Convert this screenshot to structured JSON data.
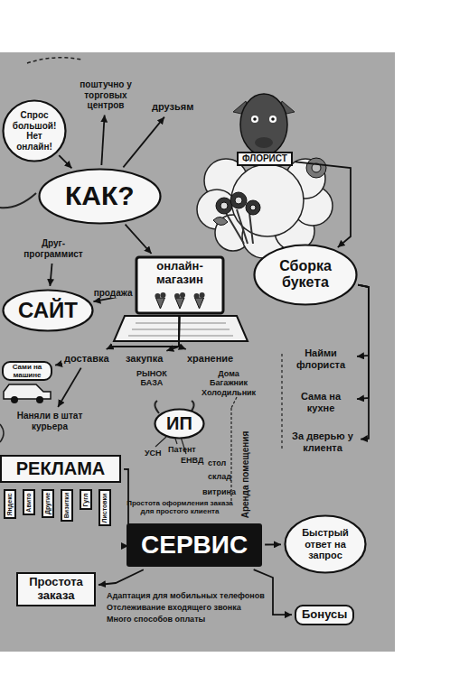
{
  "diagram": {
    "nodes": [
      {
        "text": [
          "Спрос большой! Нет онлайн!"
        ]
      },
      {
        "text": [
          "поштучно у торговых центров"
        ]
      },
      {
        "text": [
          "друзьям"
        ]
      },
      {
        "text": [
          "КАК?"
        ]
      },
      {
        "text": [
          "ФЛОРИСТ"
        ]
      },
      {
        "text": [
          "Друг-программист"
        ]
      },
      {
        "text": [
          "онлайн-магазин"
        ]
      },
      {
        "text": [
          "САЙТ"
        ]
      },
      {
        "text": [
          "Сборка букета"
        ]
      },
      {
        "text": [
          "доставка"
        ]
      },
      {
        "text": [
          "закупка"
        ]
      },
      {
        "text": [
          "хранение"
        ]
      },
      {
        "text": [
          "Найми флориста"
        ]
      },
      {
        "text": [
          "Сама на кухне"
        ]
      },
      {
        "text": [
          "За дверью у клиента"
        ]
      },
      {
        "text": [
          "Сами на машине"
        ]
      },
      {
        "text": [
          "Наняли в штат курьера"
        ]
      },
      {
        "text": [
          "РЫНОК",
          "БАЗА"
        ]
      },
      {
        "text": [
          "ИП"
        ]
      },
      {
        "text": [
          "Дома",
          "Багажник",
          "Холодильник"
        ]
      },
      {
        "text": [
          "РЕКЛАМА"
        ]
      },
      {
        "text": [
          "Яндекс"
        ]
      },
      {
        "text": [
          "Авито"
        ]
      },
      {
        "text": [
          "Другие"
        ]
      },
      {
        "text": [
          "Визитки"
        ]
      },
      {
        "text": [
          "Гугл"
        ]
      },
      {
        "text": [
          "Листовки"
        ]
      },
      {
        "text": [
          "СЕРВИС"
        ]
      },
      {
        "text": [
          "Быстрый ответ на запрос"
        ]
      },
      {
        "text": [
          "Простота заказа"
        ]
      },
      {
        "text": [
          "Бонусы"
        ]
      }
    ],
    "edges": [
      {
        "from": 0,
        "to": 3,
        "arrow": "to"
      },
      {
        "from": 3,
        "to": 1,
        "arrow": "to"
      },
      {
        "from": 3,
        "to": 2,
        "arrow": "to"
      },
      {
        "from": 3,
        "to": 6,
        "arrow": "to"
      },
      {
        "from": 4,
        "to": 8,
        "arrow": "to"
      },
      {
        "from": 5,
        "to": 7,
        "arrow": "to"
      },
      {
        "from": 6,
        "to": 7,
        "label": "продажа",
        "arrow": "to"
      },
      {
        "from": 6,
        "to": 9,
        "arrow": "to"
      },
      {
        "from": 6,
        "to": 10,
        "arrow": "to"
      },
      {
        "from": 6,
        "to": 11,
        "arrow": "to"
      },
      {
        "from": 9,
        "to": 15,
        "arrow": "to"
      },
      {
        "from": 9,
        "to": 16,
        "arrow": "to"
      },
      {
        "from": 8,
        "to": 12,
        "arrow": "to"
      },
      {
        "from": 8,
        "to": 13,
        "arrow": "to"
      },
      {
        "from": 8,
        "to": 14,
        "arrow": "to"
      },
      {
        "from": 20,
        "to": 27,
        "arrow": "to"
      },
      {
        "from": 27,
        "to": 28,
        "arrow": "to"
      },
      {
        "from": 27,
        "to": 29,
        "arrow": "to"
      },
      {
        "from": 27,
        "to": 30,
        "arrow": "to"
      }
    ],
    "labels": [
      "УСН",
      "Патент",
      "ЕНВД",
      "стол",
      "склад",
      "витрина",
      "Аренда помещения",
      "Простота оформления заказа для простого клиента",
      "Адаптация для мобильных телефонов",
      "Отслеживание входящего звонка",
      "Много способов оплаты"
    ]
  }
}
